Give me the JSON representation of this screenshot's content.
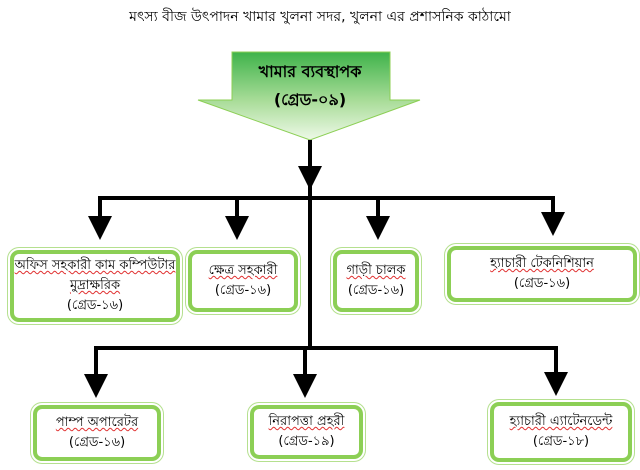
{
  "title": "মৎস্য বীজ উৎপাদন খামার খুলনা সদর, খুলনা এর প্রশাসনিক কাঠামো",
  "head": {
    "name": "খামার ব্যবস্থাপক",
    "grade": "(গ্রেড-০৯)"
  },
  "colors": {
    "box_border": "#8ccf55",
    "arrow_fill_top": "#3fb34a",
    "arrow_fill_bottom": "#e8f7e0"
  },
  "level1": [
    {
      "name": "অফিস সহকারী কাম কম্পিউটার মুদ্রাক্ষরিক",
      "grade": "(গ্রেড-১৬)"
    },
    {
      "name": "ক্ষেত্র সহকারী",
      "grade": "(গ্রেড-১৬)"
    },
    {
      "name": "গাড়ী চালক",
      "grade": "(গ্রেড-১৬)"
    },
    {
      "name": "হ্যাচারী টেকনিশিয়ান",
      "grade": "(গ্রেড-১৬)"
    }
  ],
  "level2": [
    {
      "name": "পাম্প অপারেটর",
      "grade": "(গ্রেড-১৬)"
    },
    {
      "name": "নিরাপত্তা প্রহরী",
      "grade": "(গ্রেড-১৯)"
    },
    {
      "name": "হ্যাচারী এ্যাটেনডেন্ট",
      "grade": "(গ্রেড-১৮)"
    }
  ]
}
